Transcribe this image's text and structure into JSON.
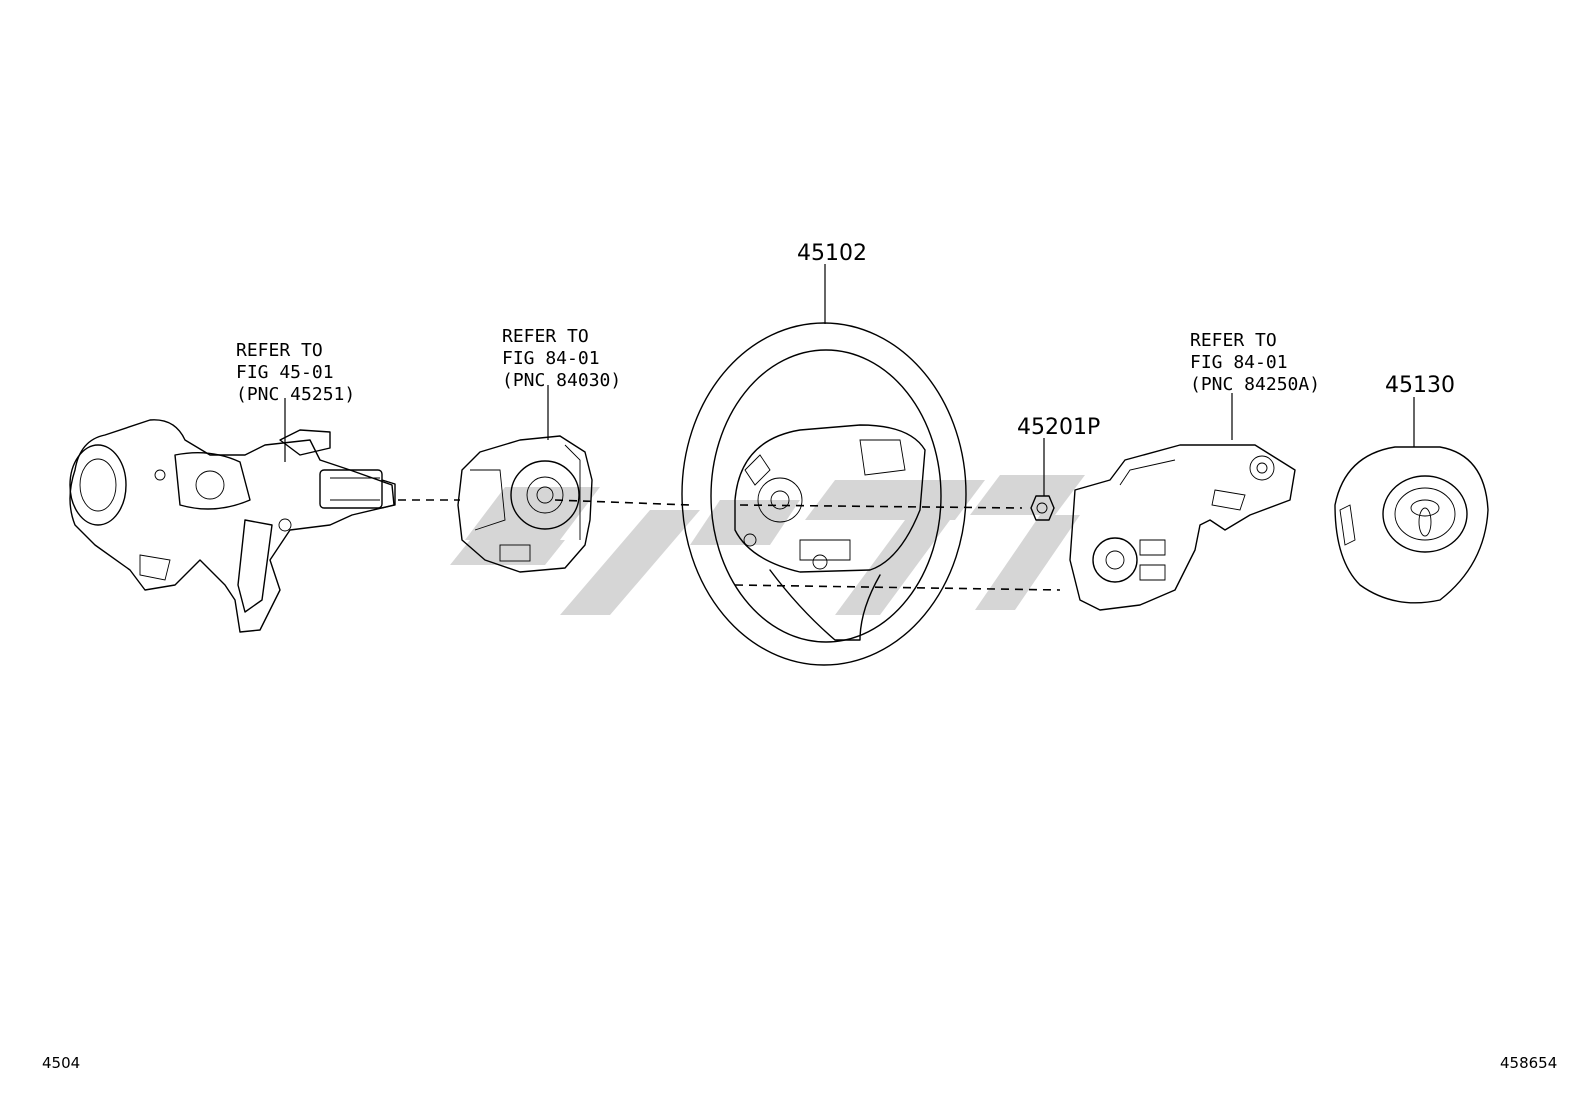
{
  "callouts": {
    "steering_column_ref": [
      "REFER TO",
      "FIG 45-01",
      "(PNC 45251)"
    ],
    "spiral_cable_ref": [
      "REFER TO",
      "FIG 84-01",
      "(PNC 84030)"
    ],
    "switch_ref": [
      "REFER TO",
      "FIG 84-01",
      "(PNC 84250A)"
    ]
  },
  "part_numbers": {
    "steering_wheel": "45102",
    "nut": "45201P",
    "airbag_pad": "45130"
  },
  "footer": {
    "left_code": "4504",
    "right_code": "458654"
  },
  "colors": {
    "line": "#000000",
    "watermark": "#d6d6d6",
    "background": "#ffffff"
  }
}
